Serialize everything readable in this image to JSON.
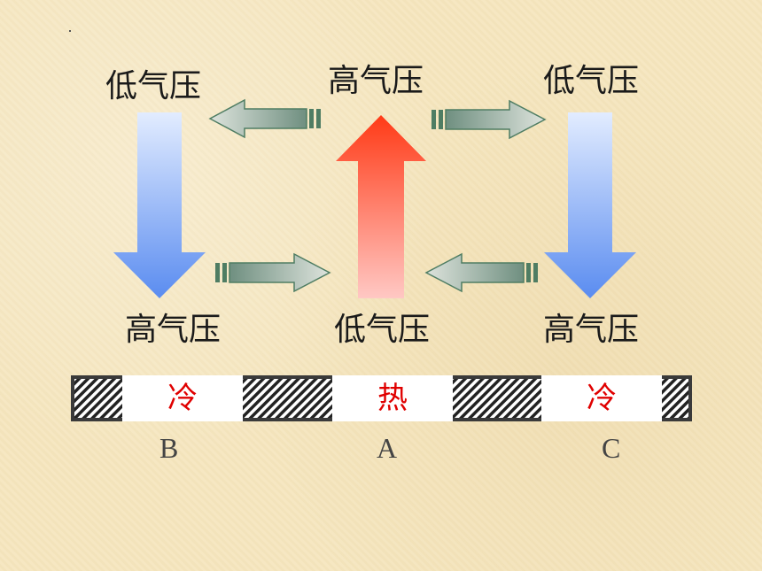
{
  "labels": {
    "top_left": "低气压",
    "top_center": "高气压",
    "top_right": "低气压",
    "bottom_left": "高气压",
    "bottom_center": "低气压",
    "bottom_right": "高气压"
  },
  "ground": {
    "segments": [
      "冷",
      "热",
      "冷"
    ],
    "letters": [
      "B",
      "A",
      "C"
    ]
  },
  "colors": {
    "cold_arrow_top": "#dce8ff",
    "cold_arrow_bottom": "#5b8ef0",
    "hot_arrow_top": "#ff3b1a",
    "hot_arrow_bottom": "#ffc4c0",
    "wind_arrow_fill": "#aab0a8",
    "wind_arrow_stroke": "#4f7d63",
    "segment_text": "#e00000"
  }
}
